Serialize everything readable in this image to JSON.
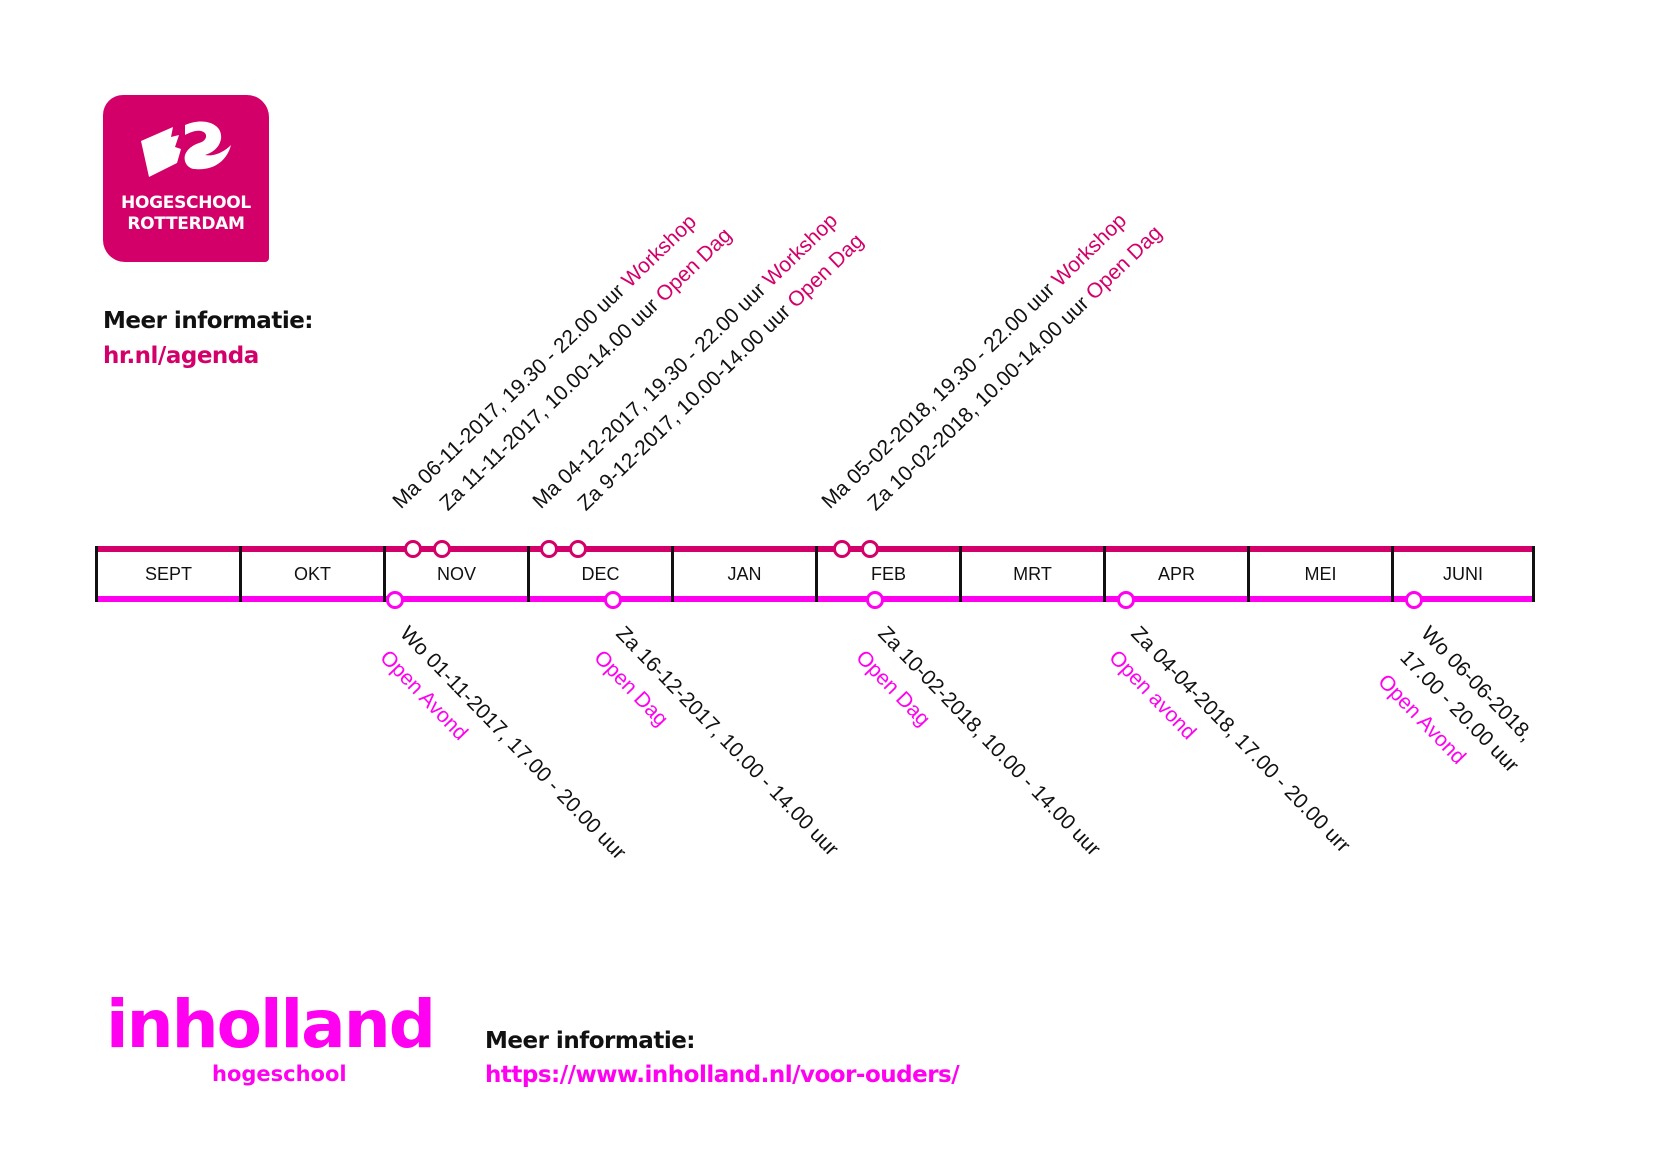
{
  "hr_logo": {
    "line1": "HOGESCHOOL",
    "line2": "ROTTERDAM"
  },
  "hr_info": {
    "label": "Meer informatie:",
    "link": "hr.nl/agenda"
  },
  "months": [
    "SEPT",
    "OKT",
    "NOV",
    "DEC",
    "JAN",
    "FEB",
    "MRT",
    "APR",
    "MEI",
    "JUNI"
  ],
  "upper_events": [
    {
      "date": "Ma 06-11-2017, 19.30 - 22.00 uur ",
      "type": "Workshop"
    },
    {
      "date": "Za 11-11-2017, 10.00-14.00 uur ",
      "type": "Open Dag"
    },
    {
      "date": "Ma 04-12-2017, 19.30 - 22.00 uur ",
      "type": "Workshop"
    },
    {
      "date": "Za 9-12-2017, 10.00-14.00 uur ",
      "type": "Open Dag"
    },
    {
      "date": "Ma 05-02-2018, 19.30 - 22.00 uur ",
      "type": "Workshop"
    },
    {
      "date": "Za 10-02-2018, 10.00-14.00 uur ",
      "type": "Open Dag"
    }
  ],
  "lower_events": [
    {
      "date": "Wo 01-11-2017, 17.00 - 20.00 uur",
      "type": "Open Avond"
    },
    {
      "date": "Za 16-12-2017, 10.00 - 14.00 uur",
      "type": "Open Dag"
    },
    {
      "date": "Za 10-02-2018, 10.00 - 14.00 uur",
      "type": "Open Dag"
    },
    {
      "date": "Za 04-04-2018, 17.00 - 20.00 urr",
      "type": "Open avond"
    },
    {
      "date": "Wo 06-06-2018,",
      "date2": "17.00 - 20.00 uur",
      "type": "Open Avond"
    }
  ],
  "inholland_logo": {
    "name": "inholland",
    "sub": "hogeschool"
  },
  "inholland_info": {
    "label": "Meer informatie:",
    "link": "https://www.inholland.nl/voor-ouders/"
  },
  "colors": {
    "hr": "#d4006a",
    "inholland": "#ff00f0"
  }
}
